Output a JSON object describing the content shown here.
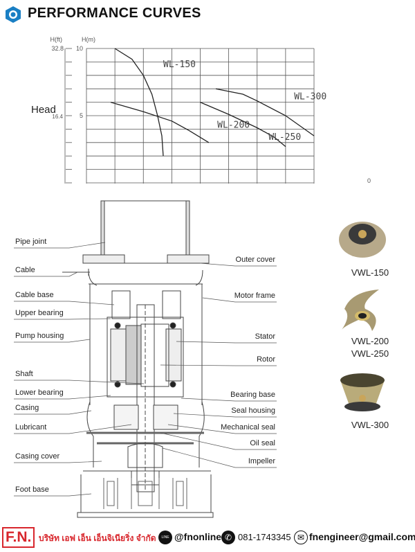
{
  "header": {
    "title": "PERFORMANCE CURVES",
    "icon": "recycle-logo-icon",
    "accent": "#1a7fc4"
  },
  "chart_data": {
    "type": "line",
    "title": "PERFORMANCE CURVES",
    "ylabel": "Head",
    "y_unit_m": "H(m)",
    "y_unit_ft": "H(ft)",
    "ylim": [
      0,
      10
    ],
    "xlim": [
      0,
      8
    ],
    "yticks_m": [
      {
        "v": 10,
        "label": "10"
      },
      {
        "v": 5,
        "label": "5"
      }
    ],
    "yticks_ft": [
      {
        "v": 10,
        "label": "32.8"
      },
      {
        "v": 5,
        "label": "16.4"
      }
    ],
    "x_tick_partial": "0",
    "grid": true,
    "series": [
      {
        "name": "WL-150",
        "points": [
          [
            1,
            10
          ],
          [
            1.6,
            9.2
          ],
          [
            2,
            8
          ],
          [
            2.3,
            6.6
          ],
          [
            2.5,
            5
          ],
          [
            2.65,
            3.5
          ],
          [
            2.7,
            2
          ]
        ],
        "label_at": [
          2.7,
          8.6
        ]
      },
      {
        "name": "WL-200",
        "points": [
          [
            0.85,
            6
          ],
          [
            2,
            5.3
          ],
          [
            3,
            4.6
          ],
          [
            3.6,
            3.9
          ],
          [
            4.3,
            3
          ]
        ],
        "label_at": [
          4.6,
          4.1
        ]
      },
      {
        "name": "WL-250",
        "points": [
          [
            4,
            6
          ],
          [
            5,
            5.1
          ],
          [
            6,
            4.1
          ],
          [
            6.6,
            3.4
          ],
          [
            7,
            2.7
          ]
        ],
        "label_at": [
          6.4,
          3.2
        ]
      },
      {
        "name": "WL-300",
        "points": [
          [
            4.55,
            7
          ],
          [
            5.5,
            6.6
          ],
          [
            6,
            6.1
          ],
          [
            7,
            5
          ],
          [
            7.6,
            4.1
          ],
          [
            8,
            3.5
          ]
        ],
        "label_at": [
          7.3,
          6.2
        ]
      }
    ]
  },
  "diagram": {
    "left_labels": [
      "Pipe joint",
      "Cable",
      "Cable base",
      "Upper bearing",
      "Pump housing",
      "Shaft",
      "Lower bearing",
      "Casing",
      "Lubricant",
      "Casing cover",
      "Foot base"
    ],
    "right_labels": [
      "Outer cover",
      "Motor frame",
      "Stator",
      "Rotor",
      "Bearing base",
      "Seal housing",
      "Mechanical seal",
      "Oil seal",
      "Impeller"
    ]
  },
  "impellers": [
    {
      "label": "VWL-150"
    },
    {
      "label": "VWL-200"
    },
    {
      "label": "VWL-250"
    },
    {
      "label": "VWL-300"
    }
  ],
  "footer": {
    "logo": "F.N.",
    "company": "บริษัท เอฟ เอ็น เอ็นจิเนียริ่ง จำกัด",
    "line_icon_text": "LINE",
    "line_id": "@fnonline",
    "phone": "081-1743345",
    "email": "fnengineer@gmail.com",
    "brand_color": "#d8262c"
  }
}
